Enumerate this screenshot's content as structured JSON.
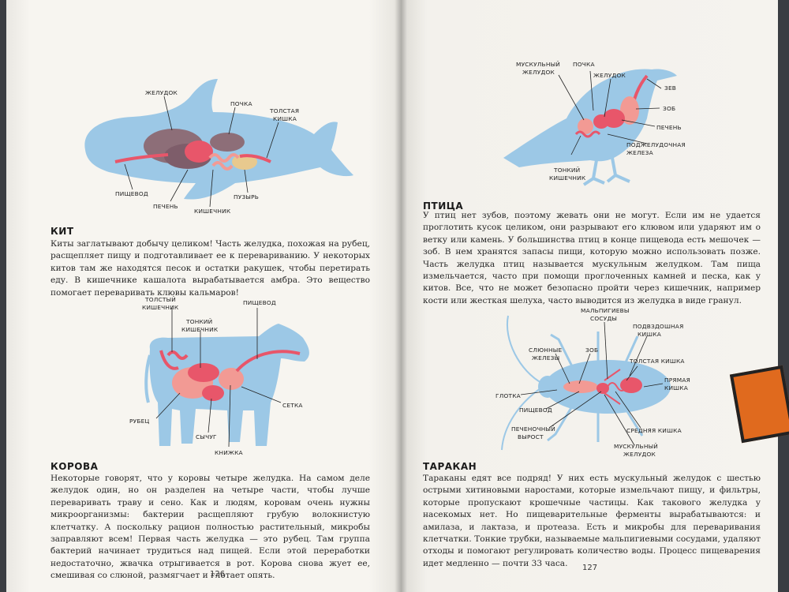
{
  "left_page": {
    "whale": {
      "heading": "КИТ",
      "text": "Киты заглатывают добычу целиком! Часть желудка, похожая на рубец, расщепляет пищу и подготавливает ее к перевариванию. У некоторых китов там же находятся песок и остатки ракушек, чтобы перетирать еду. В кишечнике кашалота вырабатывается амбра. Это вещество помогает переваривать клювы кальмаров!",
      "labels": {
        "stomach": "ЖЕЛУДОК",
        "kidney": "ПОЧКА",
        "large_intestine_1": "ТОЛСТАЯ",
        "large_intestine_2": "КИШКА",
        "esophagus": "ПИЩЕВОД",
        "liver": "ПЕЧЕНЬ",
        "intestine": "КИШЕЧНИК",
        "bladder": "ПУЗЫРЬ"
      }
    },
    "cow": {
      "heading": "КОРОВА",
      "text": "Некоторые говорят, что у коровы четыре желудка. На самом деле желудок один, но он разделен на четыре части, чтобы лучше переваривать траву и сено. Как и людям, коровам очень нужны микроорганизмы: бактерии расщепляют грубую волокнистую клетчатку. А поскольку рацион полностью растительный, микробы заправляют всем! Первая часть желудка — это рубец. Там группа бактерий начинает трудиться над пищей. Если этой переработки недостаточно, жвачка отрыгивается в рот. Корова снова жует ее, смешивая со слюной, размягчает и глотает опять.",
      "labels": {
        "large_intestine_1": "ТОЛСТЫЙ",
        "large_intestine_2": "КИШЕЧНИК",
        "small_intestine_1": "ТОНКИЙ",
        "small_intestine_2": "КИШЕЧНИК",
        "esophagus": "ПИЩЕВОД",
        "rumen": "РУБЕЦ",
        "abomasum": "СЫЧУГ",
        "omasum": "КНИЖКА",
        "reticulum": "СЕТКА"
      }
    },
    "page_number": "126"
  },
  "right_page": {
    "bird": {
      "heading": "ПТИЦА",
      "text": "У птиц нет зубов, поэтому жевать они не могут. Если им не удается проглотить кусок целиком, они разрывают его клювом или ударяют им о ветку или камень. У большинства птиц в конце пищевода есть мешочек — зоб. В нем хранятся запасы пищи, которую можно использовать позже. Часть желудка птиц называется мускульным желудком. Там пища измельчается, часто при помощи проглоченных камней и песка, как у китов. Все, что не может безопасно пройти через кишечник, например кости или жесткая шелуха, часто выводится из желудка в виде гранул.",
      "labels": {
        "gizzard_1": "МУСКУЛЬНЫЙ",
        "gizzard_2": "ЖЕЛУДОК",
        "kidney": "ПОЧКА",
        "stomach": "ЖЕЛУДОК",
        "pharynx": "ЗЕВ",
        "crop": "ЗОБ",
        "liver": "ПЕЧЕНЬ",
        "pancreas_1": "ПОДЖЕЛУДОЧНАЯ",
        "pancreas_2": "ЖЕЛЕЗА",
        "small_intestine_1": "ТОНКИЙ",
        "small_intestine_2": "КИШЕЧНИК"
      }
    },
    "cockroach": {
      "heading": "ТАРАКАН",
      "text": "Тараканы едят все подряд! У них есть мускульный желудок с шестью острыми хитиновыми наростами, которые измельчают пищу, и фильтры, которые пропускают крошечные частицы. Как такового желудка у насекомых нет. Но пищеварительные ферменты вырабатываются: и амилаза, и лактаза, и протеаза. Есть и микробы для переваривания клетчатки. Тонкие трубки, называемые мальпигиевыми сосудами, удаляют отходы и помогают регулировать количество воды. Процесс пищеварения идет медленно — почти 33 часа.",
      "labels": {
        "malpighian_1": "МАЛЬПИГИЕВЫ",
        "malpighian_2": "СОСУДЫ",
        "ileum_1": "ПОДВЗДОШНАЯ",
        "ileum_2": "КИШКА",
        "crop": "ЗОБ",
        "salivary_1": "СЛЮННЫЕ",
        "salivary_2": "ЖЕЛЕЗЫ",
        "colon": "ТОЛСТАЯ КИШКА",
        "rectum_1": "ПРЯМАЯ",
        "rectum_2": "КИШКА",
        "pharynx": "ГЛОТКА",
        "esophagus": "ПИЩЕВОД",
        "caeca_1": "ПЕЧЕНОЧНЫЙ",
        "caeca_2": "ВЫРОСТ",
        "midgut": "СРЕДНЯЯ КИШКА",
        "gizzard_1": "МУСКУЛЬНЫЙ",
        "gizzard_2": "ЖЕЛУДОК"
      }
    },
    "page_number": "127"
  },
  "colors": {
    "animal_blue": "#9cc8e6",
    "organ_red": "#e8566a",
    "organ_pink": "#f29a94",
    "organ_dark": "#8d6e78",
    "organ_tan": "#e8c98e"
  }
}
